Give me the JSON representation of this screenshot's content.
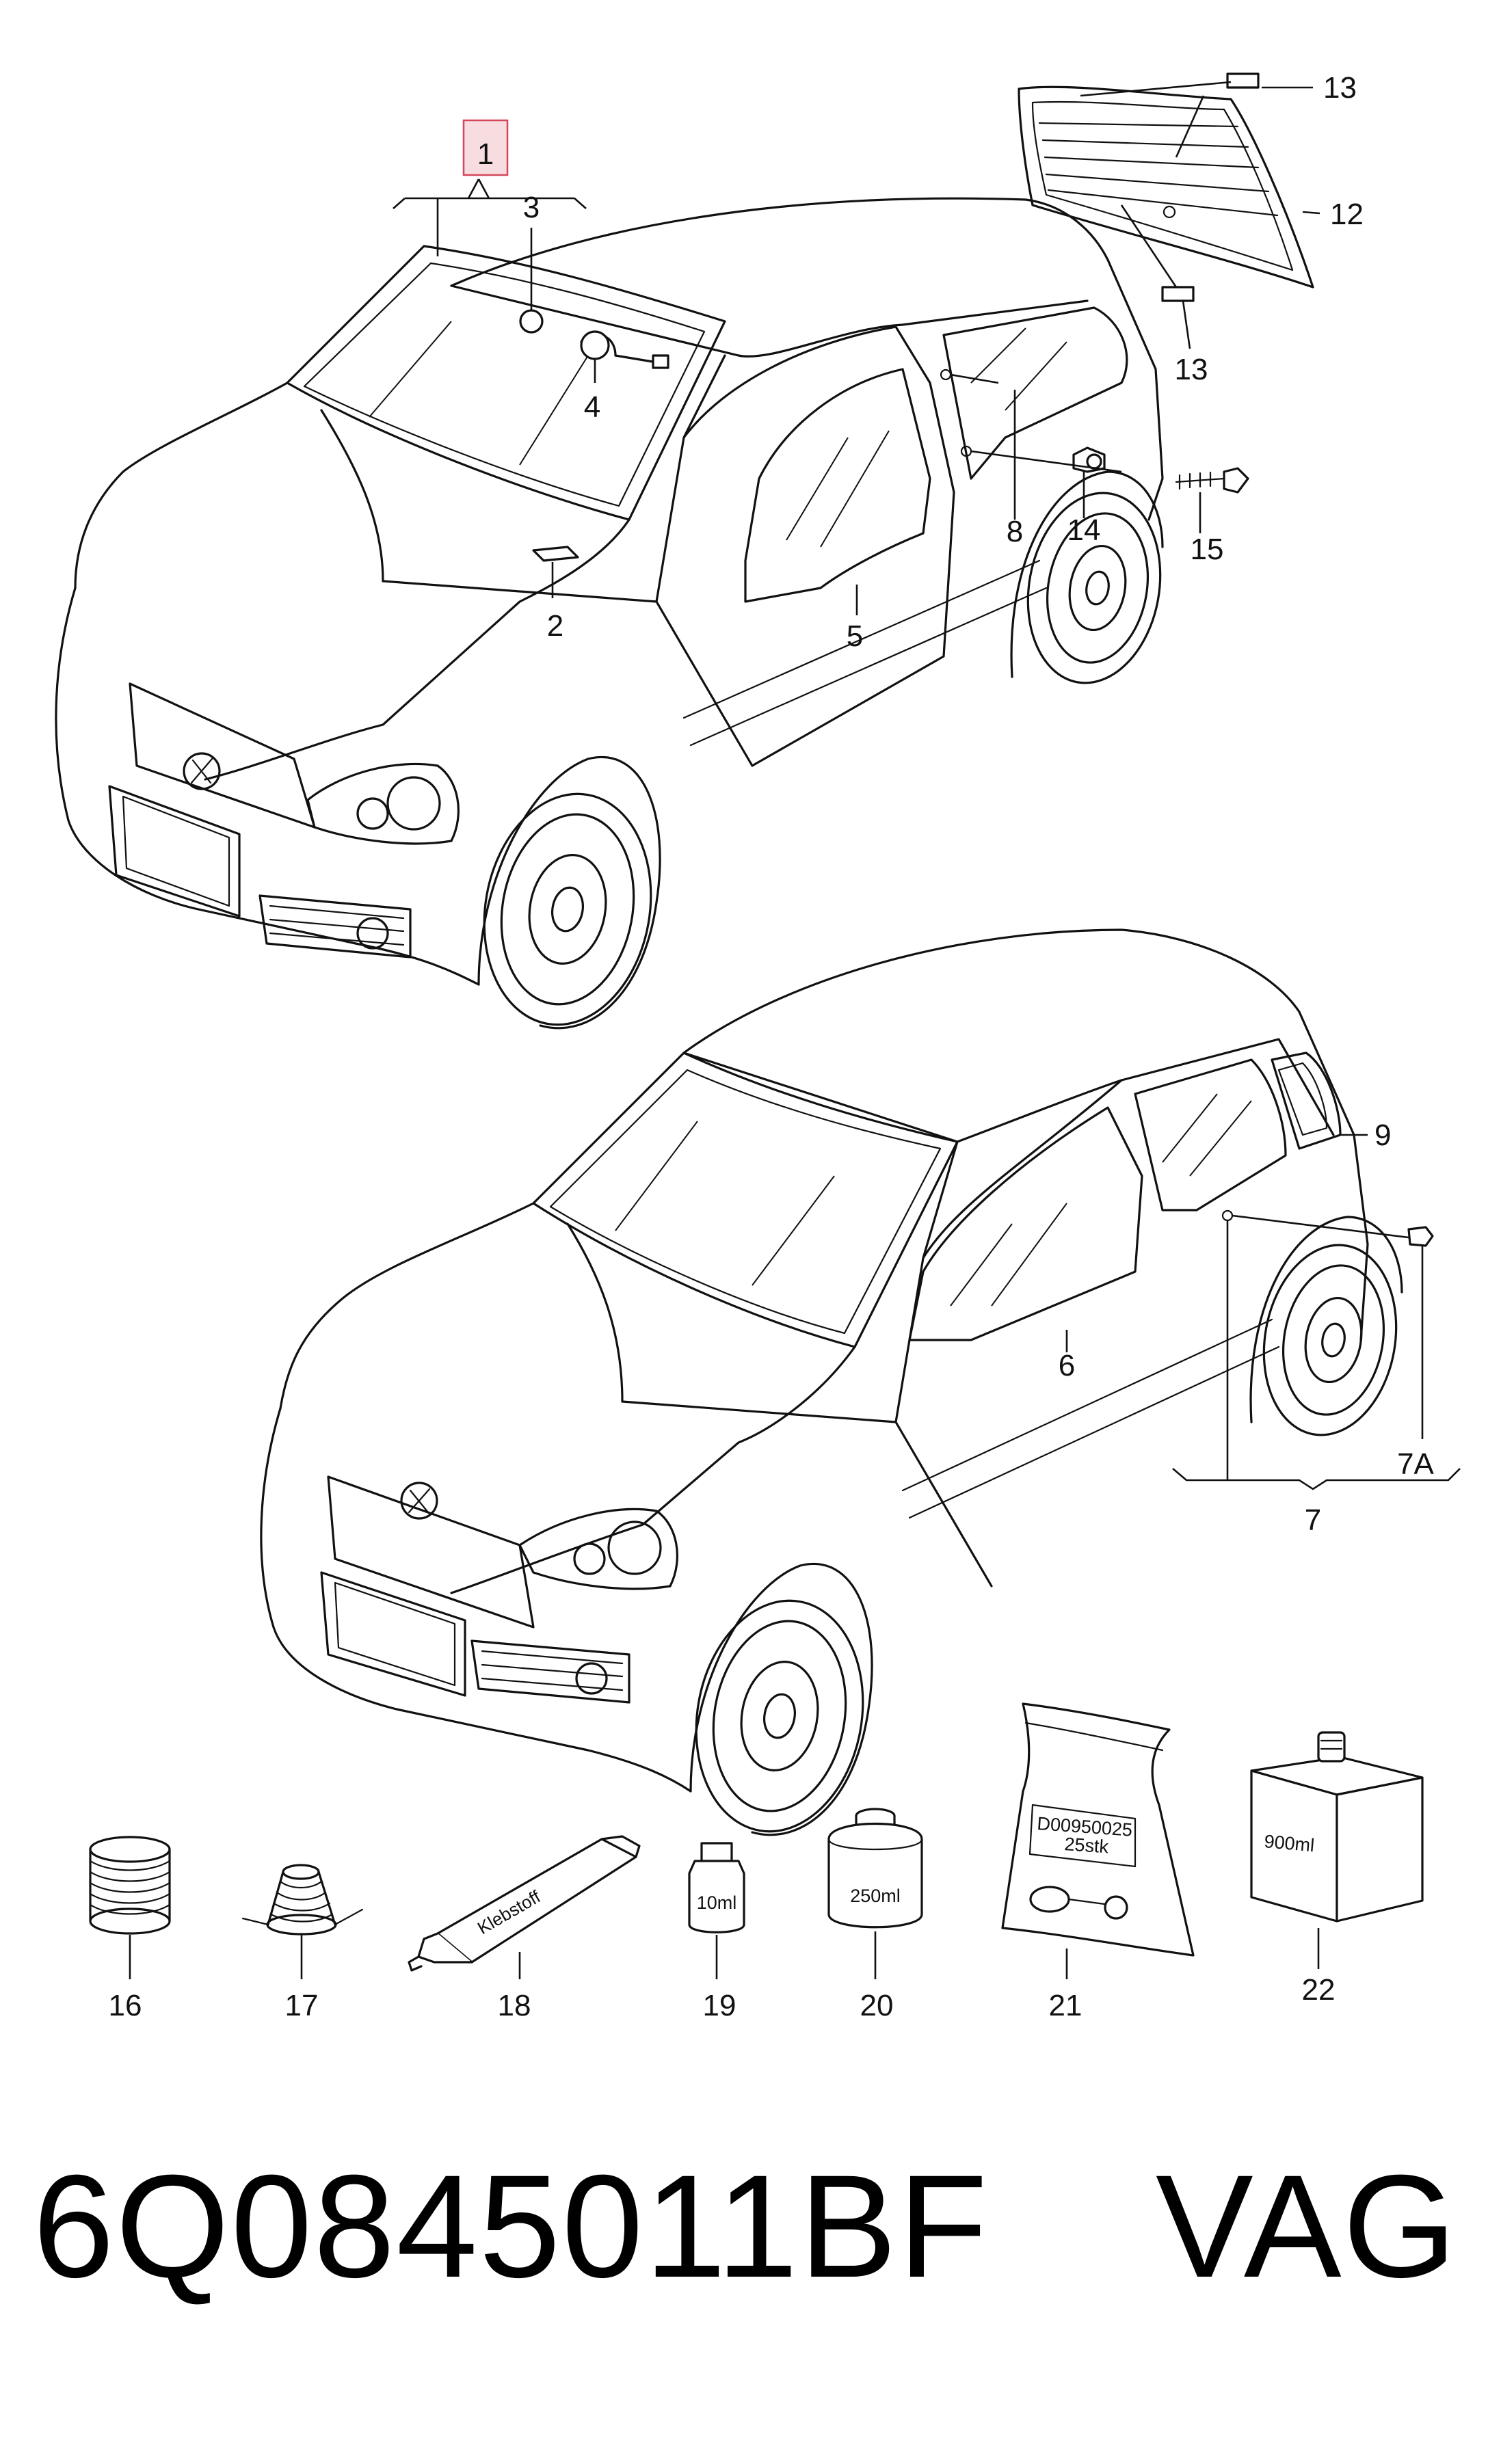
{
  "callouts": {
    "c1": "1",
    "c2": "2",
    "c3": "3",
    "c4": "4",
    "c5": "5",
    "c6": "6",
    "c7": "7",
    "c7a": "7A",
    "c8": "8",
    "c9": "9",
    "c12": "12",
    "c13a": "13",
    "c13b": "13",
    "c14": "14",
    "c15": "15",
    "c16": "16",
    "c17": "17",
    "c18": "18",
    "c19": "19",
    "c20": "20",
    "c21": "21",
    "c22": "22"
  },
  "labels": {
    "tube": "Klebstoff",
    "bottle_small": "10ml",
    "can": "250ml",
    "bag_line1": "D00950025",
    "bag_line2": "25stk",
    "canister": "900ml"
  },
  "footer": {
    "part_number": "6Q0845011BF",
    "brand": "VAG"
  },
  "colors": {
    "highlight_fill": "#f7dde0",
    "highlight_stroke": "#d2475a",
    "line": "#111111"
  }
}
